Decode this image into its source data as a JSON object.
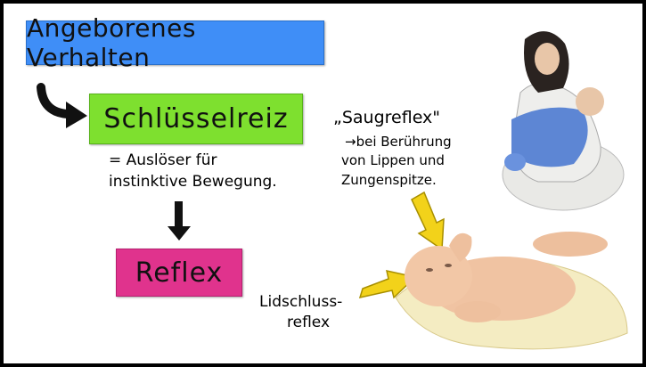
{
  "title": "Angeborenes Verhalten",
  "key_stimulus": "Schlüsselreiz",
  "definition_line1": "= Auslöser für",
  "definition_line2": "instinktive Bewegung.",
  "reflex": "Reflex",
  "sucking_reflex": {
    "heading": "„Saugreflex\"",
    "line1": "→bei Berührung",
    "line2": "von Lippen und",
    "line3": "Zungenspitze."
  },
  "blink_reflex": {
    "line1": "Lidschluss-",
    "line2": "reflex"
  },
  "colors": {
    "title_card": "#3f8ef7",
    "key_stimulus_card": "#7ee02f",
    "reflex_card": "#e0338d",
    "arrow_yellow": "#f2d21a"
  }
}
